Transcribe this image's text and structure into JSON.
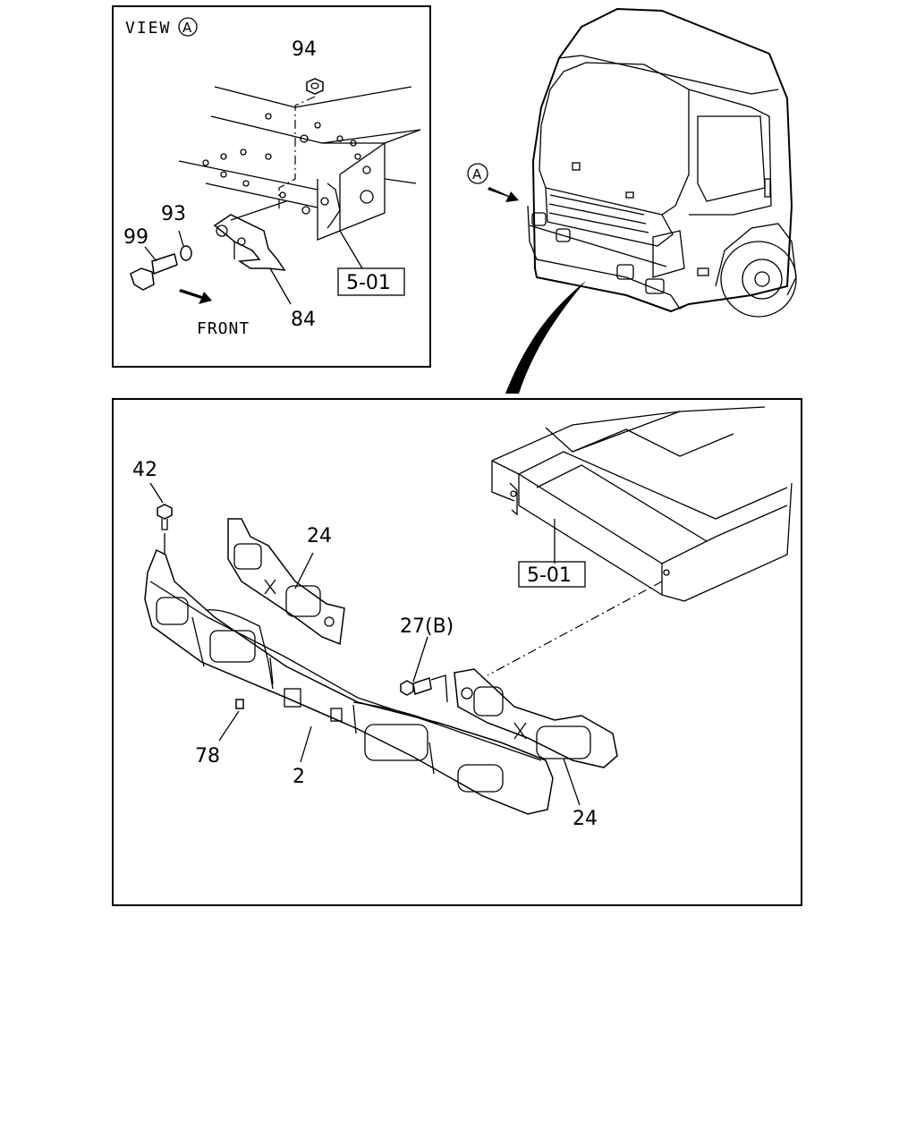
{
  "view_title": "VIEW",
  "view_marker": "A",
  "front_label": "FRONT",
  "parts": {
    "p94": "94",
    "p93": "93",
    "p99": "99",
    "p84": "84",
    "p42": "42",
    "p24_top": "24",
    "p27b": "27(B)",
    "p78": "78",
    "p2": "2",
    "p24_bottom": "24"
  },
  "references": {
    "ref_top": "5-01",
    "ref_bottom": "5-01"
  },
  "truck_marker": "A"
}
